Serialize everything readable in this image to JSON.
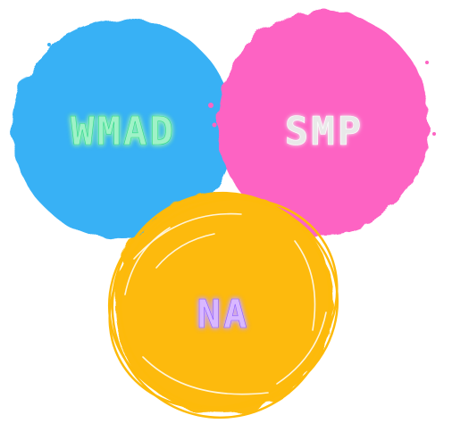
{
  "blobs": [
    {
      "id": "wmad",
      "label": "WMAD",
      "fill": "#38b1f5",
      "text_color": "#9ff2c7",
      "glow": "#2bd989"
    },
    {
      "id": "smp",
      "label": "SMP",
      "fill": "#fd64c3",
      "text_color": "#e9e9e9",
      "glow": "#ffffff"
    },
    {
      "id": "na",
      "label": "NA",
      "fill": "#fdba0a",
      "text_color": "#d9b8ff",
      "glow": "#8d5cff"
    }
  ]
}
